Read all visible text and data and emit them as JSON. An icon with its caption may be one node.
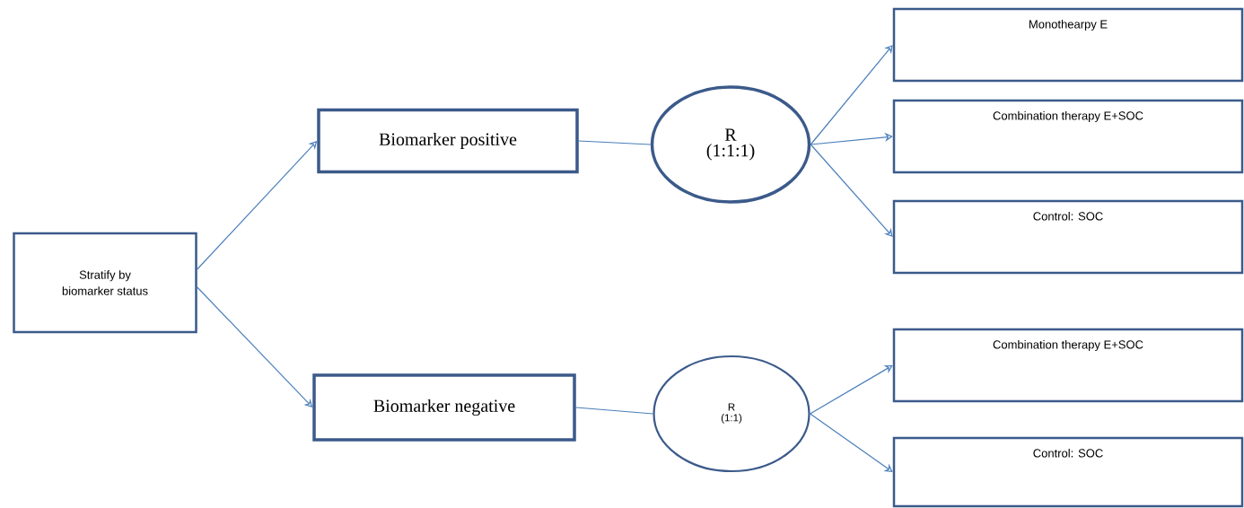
{
  "diagram": {
    "nodes": [
      {
        "text": [
          "Stratify by biomarker status"
        ]
      },
      {
        "text": [
          "Biomarker positive"
        ]
      },
      {
        "text": [
          "Biomarker negative"
        ]
      },
      {
        "text": [
          "R",
          "(1:1:1)"
        ]
      },
      {
        "text": [
          "R",
          "(1:1)"
        ]
      },
      {
        "text": [
          "Monothearpy E"
        ]
      },
      {
        "text": [
          "Combination therapy E+SOC"
        ]
      },
      {
        "text": [
          "Control: SOC"
        ]
      },
      {
        "text": [
          "Combination therapy E+SOC"
        ]
      },
      {
        "text": [
          "Control: SOC"
        ]
      }
    ],
    "edges": [
      {
        "from": 0,
        "to": 1,
        "arrow": "to"
      },
      {
        "from": 0,
        "to": 2,
        "arrow": "to"
      },
      {
        "from": 1,
        "to": 3,
        "arrow": "none"
      },
      {
        "from": 2,
        "to": 4,
        "arrow": "none"
      },
      {
        "from": 3,
        "to": 5,
        "arrow": "to"
      },
      {
        "from": 3,
        "to": 6,
        "arrow": "to"
      },
      {
        "from": 3,
        "to": 7,
        "arrow": "to"
      },
      {
        "from": 4,
        "to": 8,
        "arrow": "to"
      },
      {
        "from": 4,
        "to": 9,
        "arrow": "to"
      }
    ]
  }
}
